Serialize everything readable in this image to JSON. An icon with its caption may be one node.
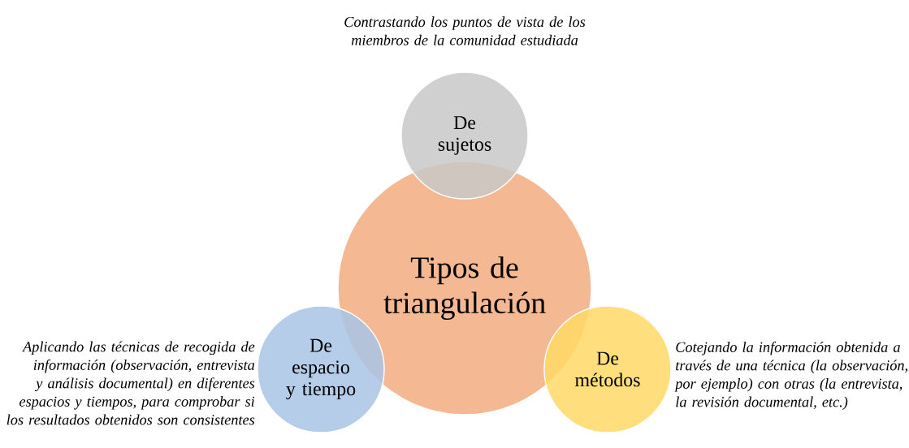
{
  "diagram": {
    "nodes": [
      {
        "text": [
          "De sujetos"
        ],
        "beside": [
          "Contrastando los puntos de vista de los miembros de la comunidad estudiada"
        ]
      },
      {
        "text": [
          "Tipos de triangulación"
        ]
      },
      {
        "text": [
          "De espacio y tiempo"
        ],
        "beside": [
          "Aplicando las técnicas de recogida de información (observación, entrevista y análisis documental) en diferentes espacios y tiempos, para comprobar si los resultados obtenidos son consistentes"
        ]
      },
      {
        "text": [
          "De métodos"
        ],
        "beside": [
          "Cotejando la información obtenida a través de una técnica (la observación, por ejemplo) con otras (la entrevista, la revisión documental, etc.)"
        ]
      }
    ],
    "edges": []
  }
}
